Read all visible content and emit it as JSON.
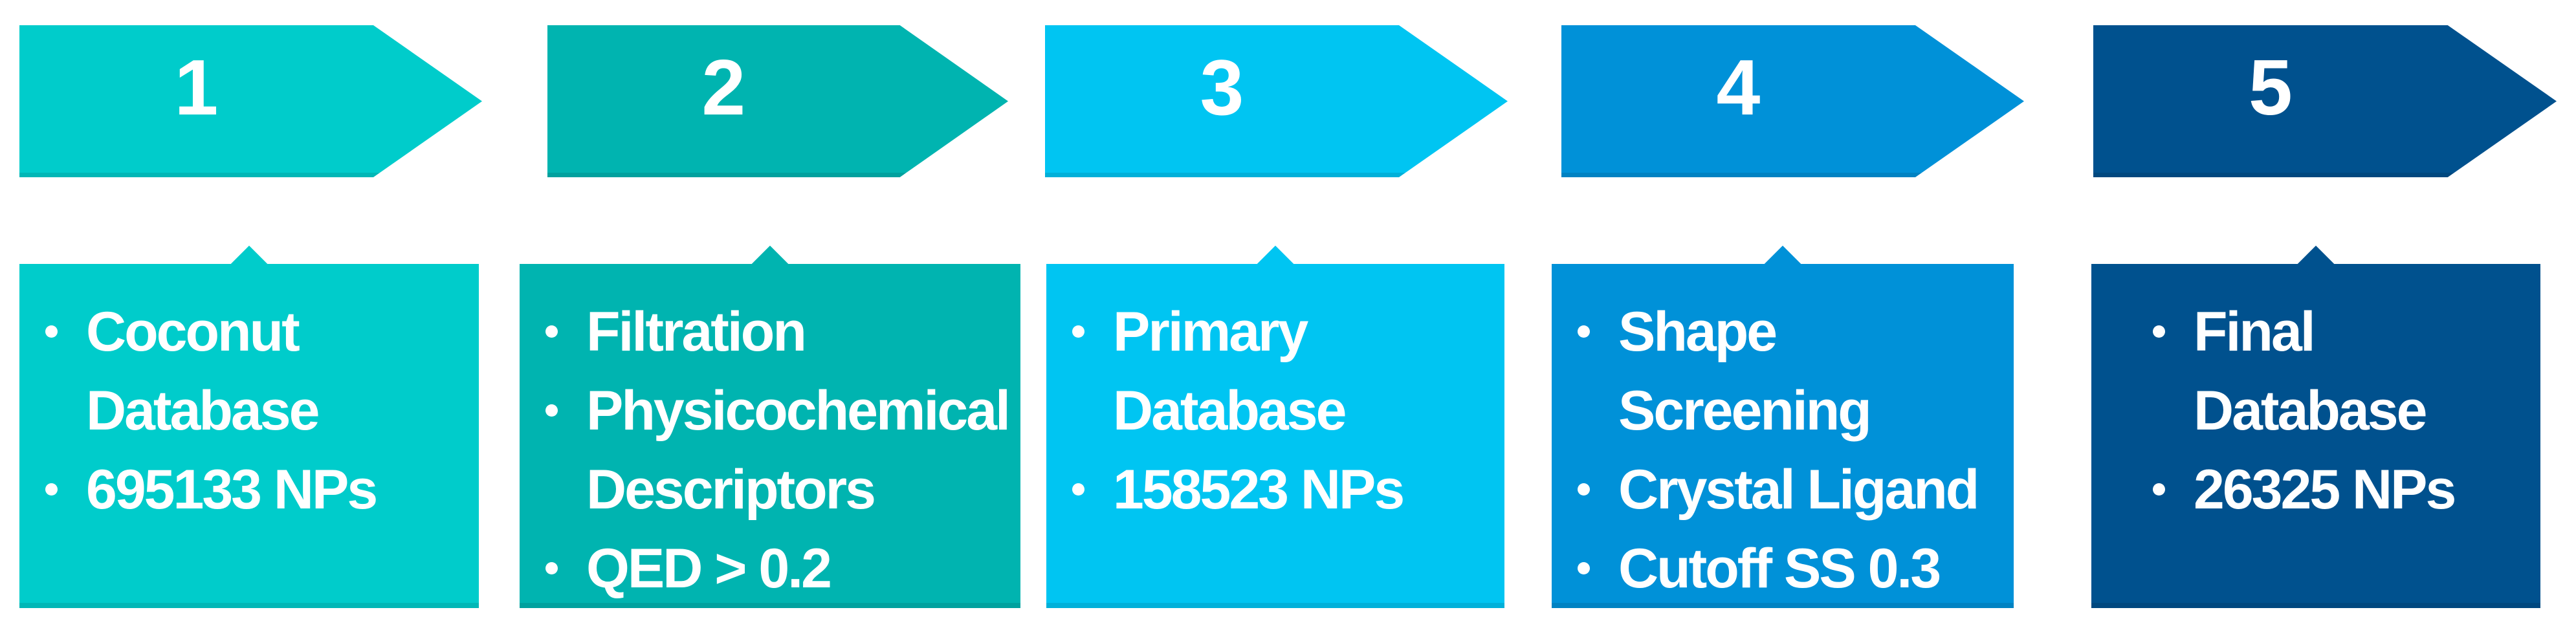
{
  "diagram": {
    "background": "#ffffff",
    "text_color": "#ffffff",
    "steps": [
      {
        "number": "1",
        "color": "#00cccb",
        "bullets": [
          "Coconut Database",
          "695133 NPs"
        ]
      },
      {
        "number": "2",
        "color": "#00b4b0",
        "bullets": [
          "Filtration",
          "Physicochemical Descriptors",
          "QED > 0.2"
        ]
      },
      {
        "number": "3",
        "color": "#00c5f2",
        "bullets": [
          "Primary Database",
          "158523 NPs"
        ]
      },
      {
        "number": "4",
        "color": "#0091d8",
        "bullets": [
          "Shape Screening",
          "Crystal Ligand",
          "Cutoff SS 0.3"
        ]
      },
      {
        "number": "5",
        "color": "#00518e",
        "bullets": [
          "Final Database",
          "26325 NPs"
        ]
      }
    ]
  }
}
